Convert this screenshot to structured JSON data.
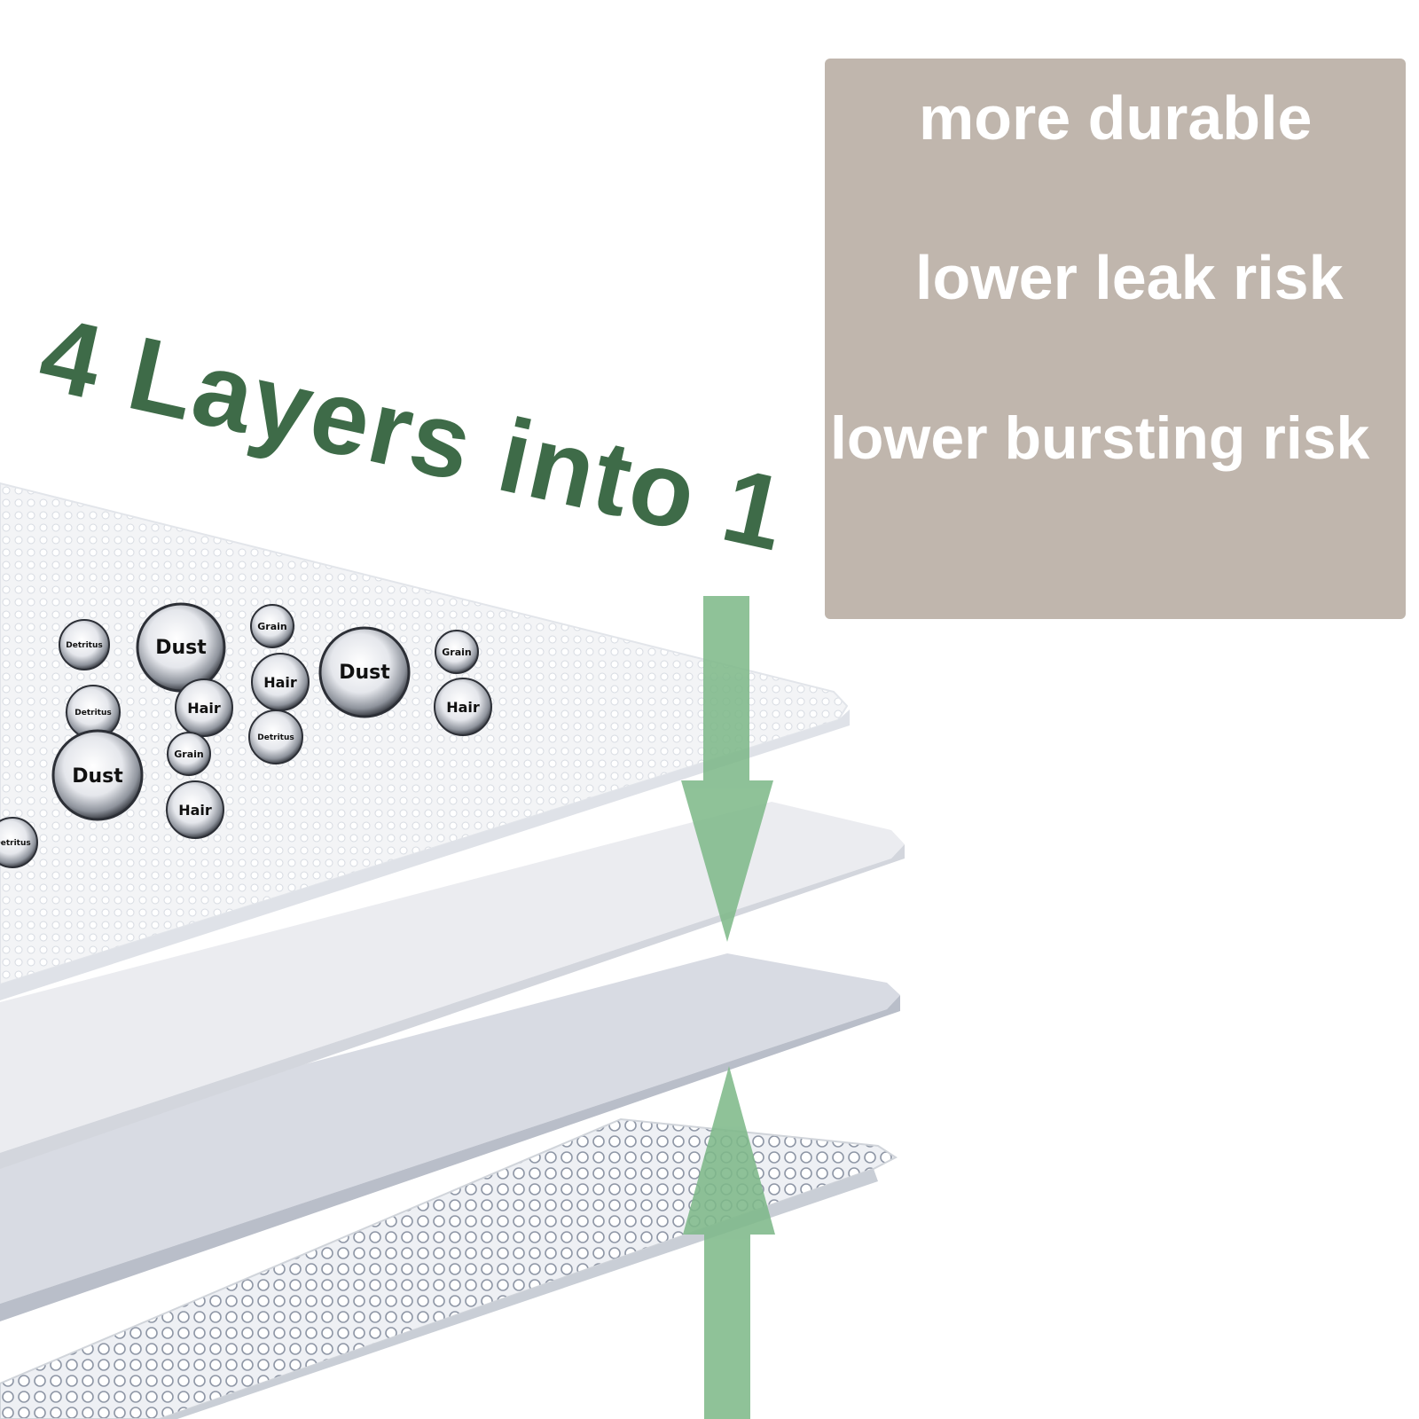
{
  "headline": "4 Layers into 1",
  "features": [
    "more durable",
    "lower leak risk",
    "lower bursting risk"
  ],
  "bubbles": [
    "Detritus",
    "Dust",
    "Grain",
    "Dust",
    "Grain",
    "Hair",
    "Detritus",
    "Hair",
    "Hair",
    "Detritus",
    "Grain",
    "Dust",
    "Hair",
    "Detritus"
  ],
  "colors": {
    "headline": "#3e6b48",
    "feature_box": "#c0b6ad",
    "feature_text": "#ffffff",
    "arrow": "#7fb98a"
  },
  "icons": {
    "arrow_top": "arrow-down-icon",
    "arrow_bottom": "arrow-up-icon"
  }
}
